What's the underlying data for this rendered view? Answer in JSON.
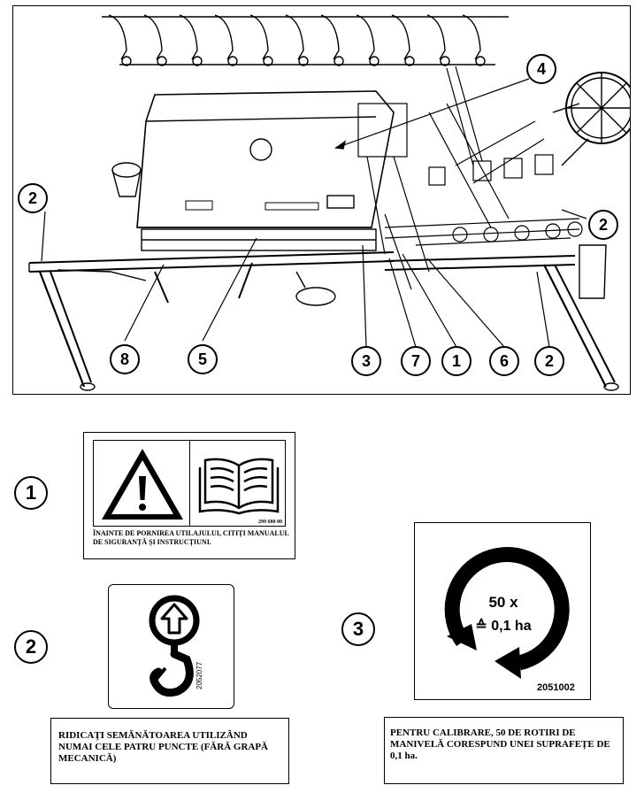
{
  "diagram": {
    "callouts": {
      "c4": "4",
      "c2_left": "2",
      "c2_right": "2",
      "c8": "8",
      "c5": "5",
      "c3": "3",
      "c7": "7",
      "c1": "1",
      "c6": "6",
      "c2_bottom": "2"
    }
  },
  "decals": {
    "d1": {
      "number": "1",
      "part_code": "299 680 00",
      "text": "ÎNAINTE DE PORNIREA UTILAJULUI, CITIȚI MANUALUL DE SIGURANȚĂ ȘI INSTRUCȚIUNI."
    },
    "d2": {
      "number": "2",
      "part_code": "2052077",
      "caption": "RIDICAȚI SEMĂNĂTOAREA UTILIZÂND NUMAI CELE PATRU PUNCTE (FĂRĂ GRAPĂ MECANICĂ)"
    },
    "d3": {
      "number": "3",
      "rev_count": "50 x",
      "area": "≙ 0,1 ha",
      "part_code": "2051002",
      "caption": "PENTRU CALIBRARE, 50 DE ROTIRI DE MANIVELĂ CORESPUND UNEI SUPRAFEȚE DE 0,1 ha."
    }
  }
}
